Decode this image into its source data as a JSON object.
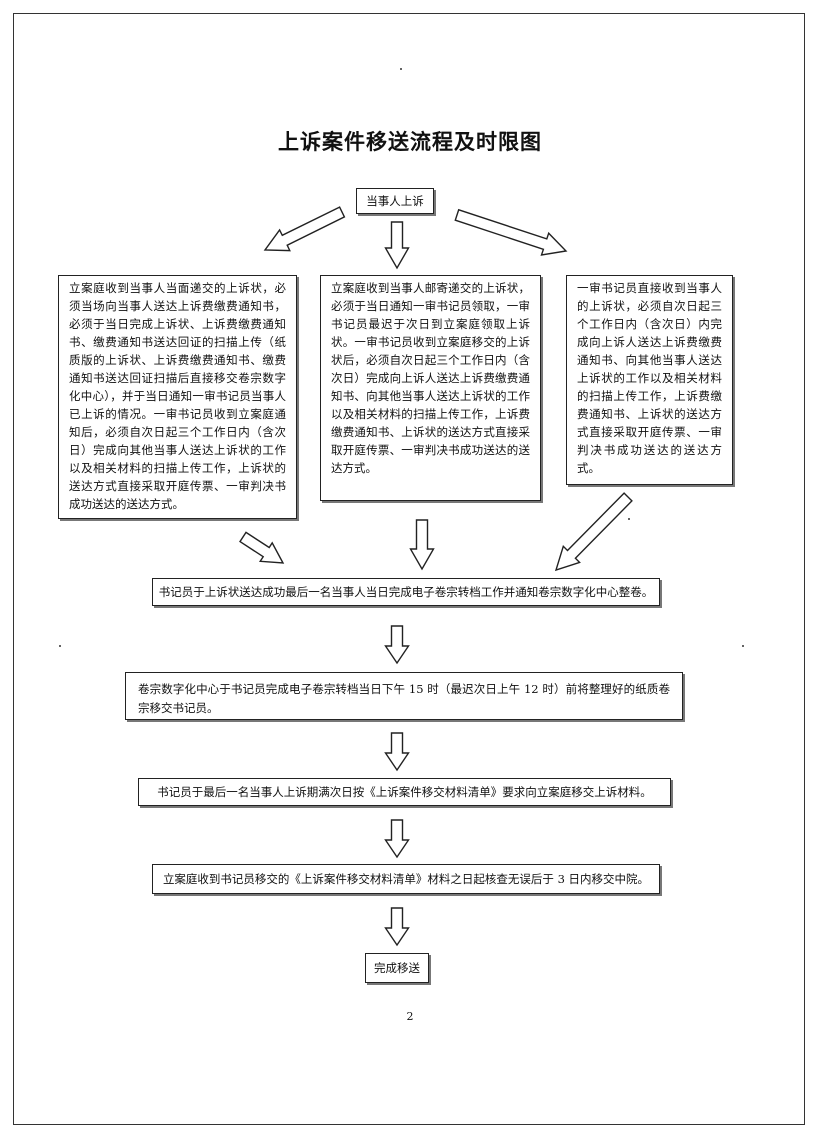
{
  "title": "上诉案件移送流程及时限图",
  "start": "当事人上诉",
  "branches": [
    "立案庭收到当事人当面递交的上诉状，必须当场向当事人送达上诉费缴费通知书，必须于当日完成上诉状、上诉费缴费通知书、缴费通知书送达回证的扫描上传（纸质版的上诉状、上诉费缴费通知书、缴费通知书送达回证扫描后直接移交卷宗数字化中心），并于当日通知一审书记员当事人已上诉的情况。一审书记员收到立案庭通知后，必须自次日起三个工作日内（含次日）完成向其他当事人送达上诉状的工作以及相关材料的扫描上传工作，上诉状的送达方式直接采取开庭传票、一审判决书成功送达的送达方式。",
    "立案庭收到当事人邮寄递交的上诉状，必须于当日通知一审书记员领取，一审书记员最迟于次日到立案庭领取上诉状。一审书记员收到立案庭移交的上诉状后，必须自次日起三个工作日内（含次日）完成向上诉人送达上诉费缴费通知书、向其他当事人送达上诉状的工作以及相关材料的扫描上传工作，上诉费缴费通知书、上诉状的送达方式直接采取开庭传票、一审判决书成功送达的送达方式。",
    "一审书记员直接收到当事人的上诉状，必须自次日起三个工作日内（含次日）内完成向上诉人送达上诉费缴费通知书、向其他当事人送达上诉状的工作以及相关材料的扫描上传工作，上诉费缴费通知书、上诉状的送达方式直接采取开庭传票、一审判决书成功送达的送达方式。"
  ],
  "steps": [
    "书记员于上诉状送达成功最后一名当事人当日完成电子卷宗转档工作并通知卷宗数字化中心整卷。",
    "卷宗数字化中心于书记员完成电子卷宗转档当日下午 15 时（最迟次日上午 12 时）前将整理好的纸质卷宗移交书记员。",
    "书记员于最后一名当事人上诉期满次日按《上诉案件移交材料清单》要求向立案庭移交上诉材料。",
    "立案庭收到书记员移交的《上诉案件移交材料清单》材料之日起核查无误后于 3 日内移交中院。"
  ],
  "end": "完成移送",
  "page_number": "2"
}
